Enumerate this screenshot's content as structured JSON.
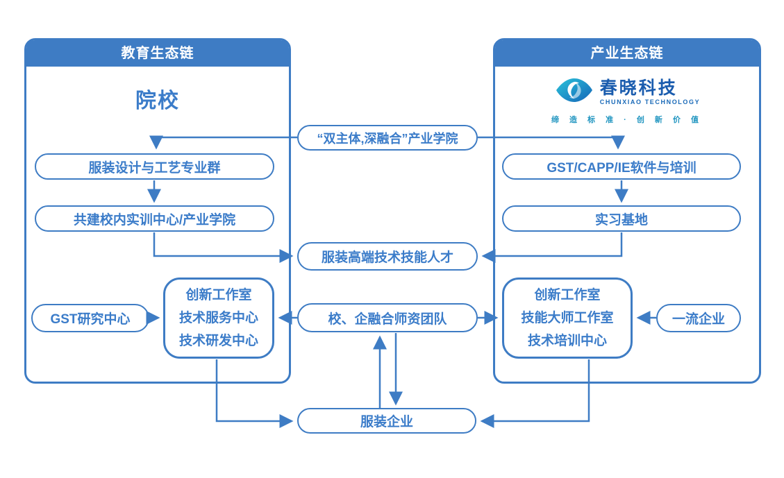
{
  "colors": {
    "primary": "#3e7cc4",
    "node_text": "#3b7cc9",
    "logo_dark_blue": "#1a5cae",
    "logo_teal": "#27b7d4"
  },
  "left_panel": {
    "header": "教育生态链",
    "title": "院校",
    "pill_major_group": "服装设计与工艺专业群",
    "pill_training_center": "共建校内实训中心/产业学院",
    "pill_gst_research": "GST研究中心",
    "center_box": {
      "line1": "创新工作室",
      "line2": "技术服务中心",
      "line3": "技术研发中心"
    }
  },
  "right_panel": {
    "header": "产业生态链",
    "logo": {
      "name": "春晓科技",
      "subtitle": "CHUNXIAO TECHNOLOGY",
      "tagline": "缔 造 标 准 · 创 新 价 值"
    },
    "pill_software_training": "GST/CAPP/IE软件与培训",
    "pill_internship_base": "实习基地",
    "pill_first_class": "一流企业",
    "center_box": {
      "line1": "创新工作室",
      "line2": "技能大师工作室",
      "line3": "技术培训中心"
    }
  },
  "middle": {
    "industry_college": "“双主体,深融合”产业学院",
    "talent": "服装高端技术技能人才",
    "teacher_team": "校、企融合师资团队",
    "fashion_enterprise": "服装企业"
  }
}
